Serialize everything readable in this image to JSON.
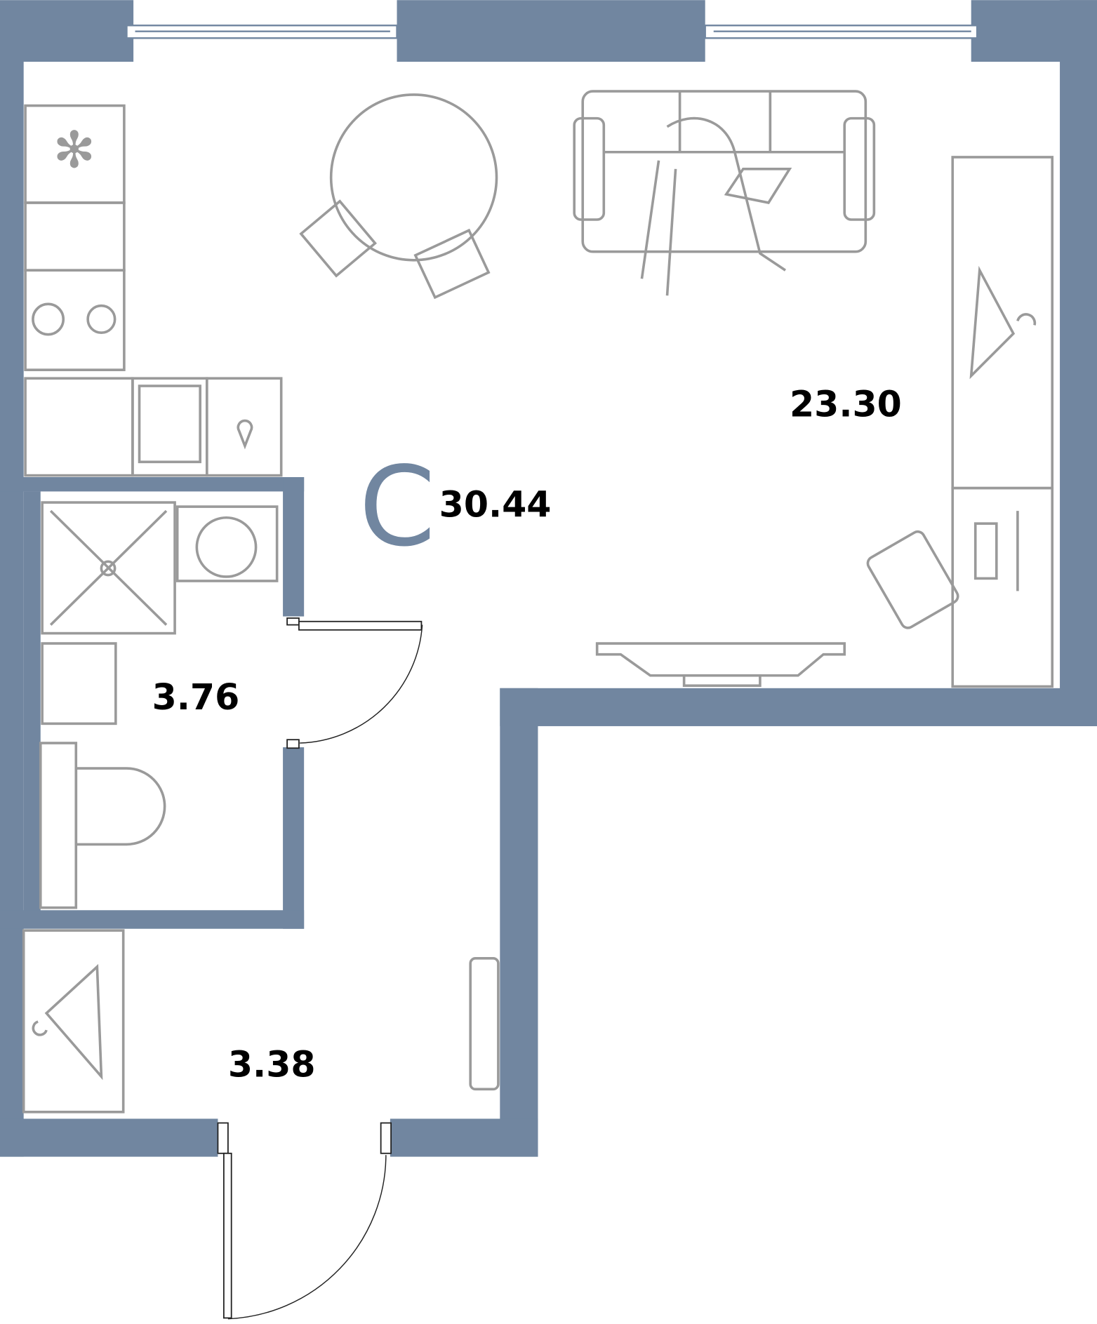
{
  "plan": {
    "type_letter": "С",
    "total_area": "30.44",
    "rooms": [
      {
        "name": "living-kitchen",
        "area": "23.30"
      },
      {
        "name": "bathroom",
        "area": "3.76"
      },
      {
        "name": "hallway",
        "area": "3.38"
      }
    ],
    "colors": {
      "wall": "#7186a0",
      "furniture": "#9a9a9a",
      "text": "#000000"
    }
  }
}
